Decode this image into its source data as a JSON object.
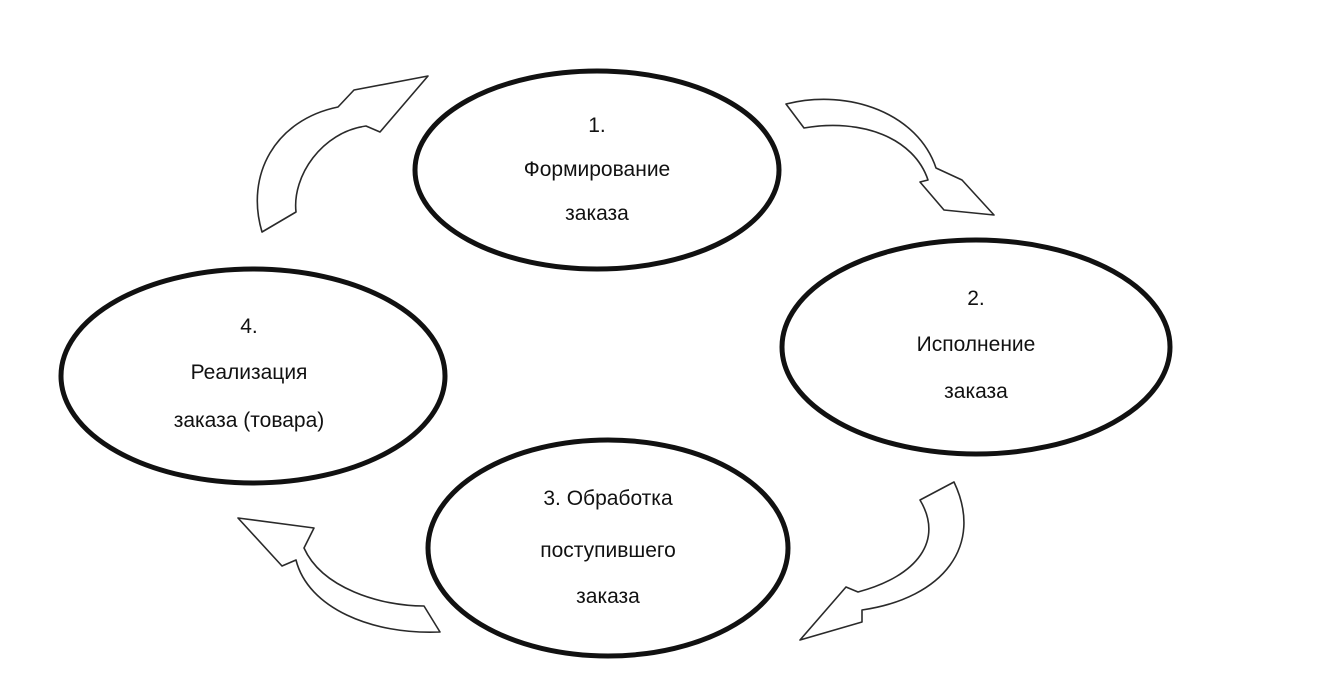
{
  "stages": [
    {
      "lines": [
        "1.",
        "Формирование",
        "заказа"
      ]
    },
    {
      "lines": [
        "2.",
        "Исполнение",
        "заказа"
      ]
    },
    {
      "lines": [
        "3. Обработка",
        "поступившего",
        "заказа"
      ]
    },
    {
      "lines": [
        "4.",
        "Реализация",
        "заказа (товара)"
      ]
    }
  ],
  "arrows": [
    {
      "from": 1,
      "to": 2
    },
    {
      "from": 2,
      "to": 3
    },
    {
      "from": 3,
      "to": 4
    },
    {
      "from": 4,
      "to": 1
    }
  ]
}
